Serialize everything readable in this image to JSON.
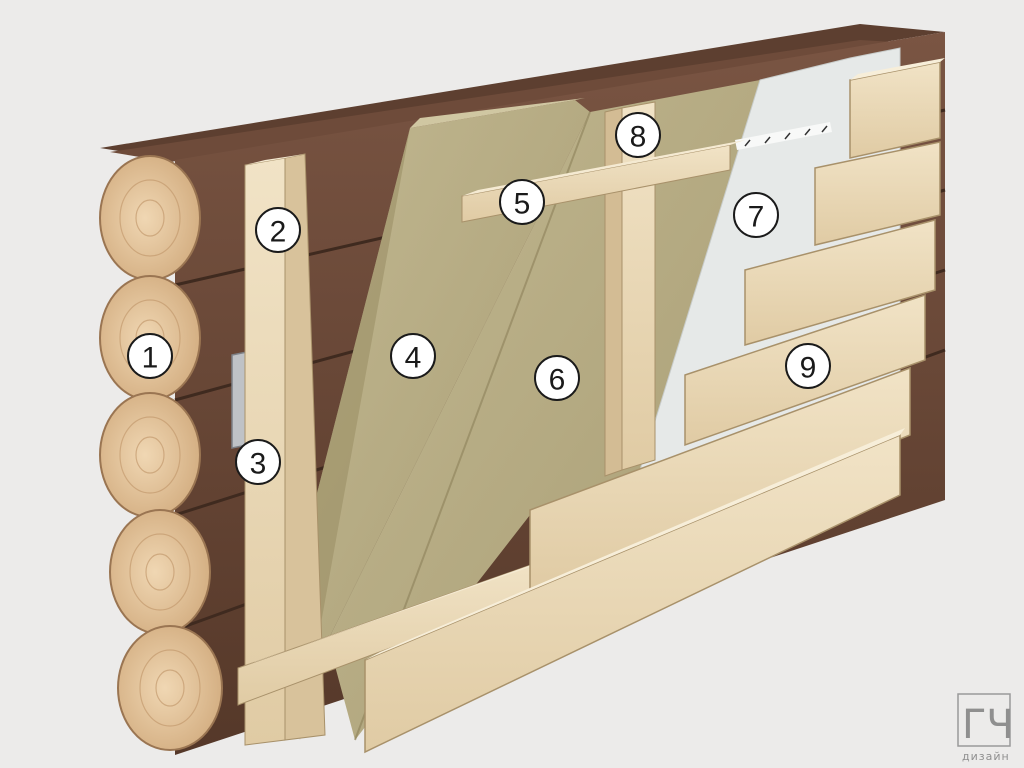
{
  "diagram": {
    "colors": {
      "background": "#ecebea",
      "log_wall": "#6b4a3a",
      "log_wall_dark": "#4e3428",
      "log_end": "#e2c39b",
      "wood_light": "#ecdcbc",
      "wood_shadow": "#c9b38c",
      "insulation": "#b5ab83",
      "membrane": "#e8ebe9",
      "bracket": "#b9bcc0"
    },
    "callouts": [
      {
        "id": "1",
        "label": "1",
        "part": "log-wall"
      },
      {
        "id": "2",
        "label": "2",
        "part": "vertical-batten"
      },
      {
        "id": "3",
        "label": "3",
        "part": "metal-bracket"
      },
      {
        "id": "4",
        "label": "4",
        "part": "insulation-layer-1"
      },
      {
        "id": "5",
        "label": "5",
        "part": "horizontal-batten"
      },
      {
        "id": "6",
        "label": "6",
        "part": "insulation-layer-2"
      },
      {
        "id": "7",
        "label": "7",
        "part": "wind-membrane"
      },
      {
        "id": "8",
        "label": "8",
        "part": "counter-batten"
      },
      {
        "id": "9",
        "label": "9",
        "part": "siding-boards"
      }
    ],
    "logo": {
      "main": "ГЧ",
      "sub": "дизайн"
    }
  }
}
